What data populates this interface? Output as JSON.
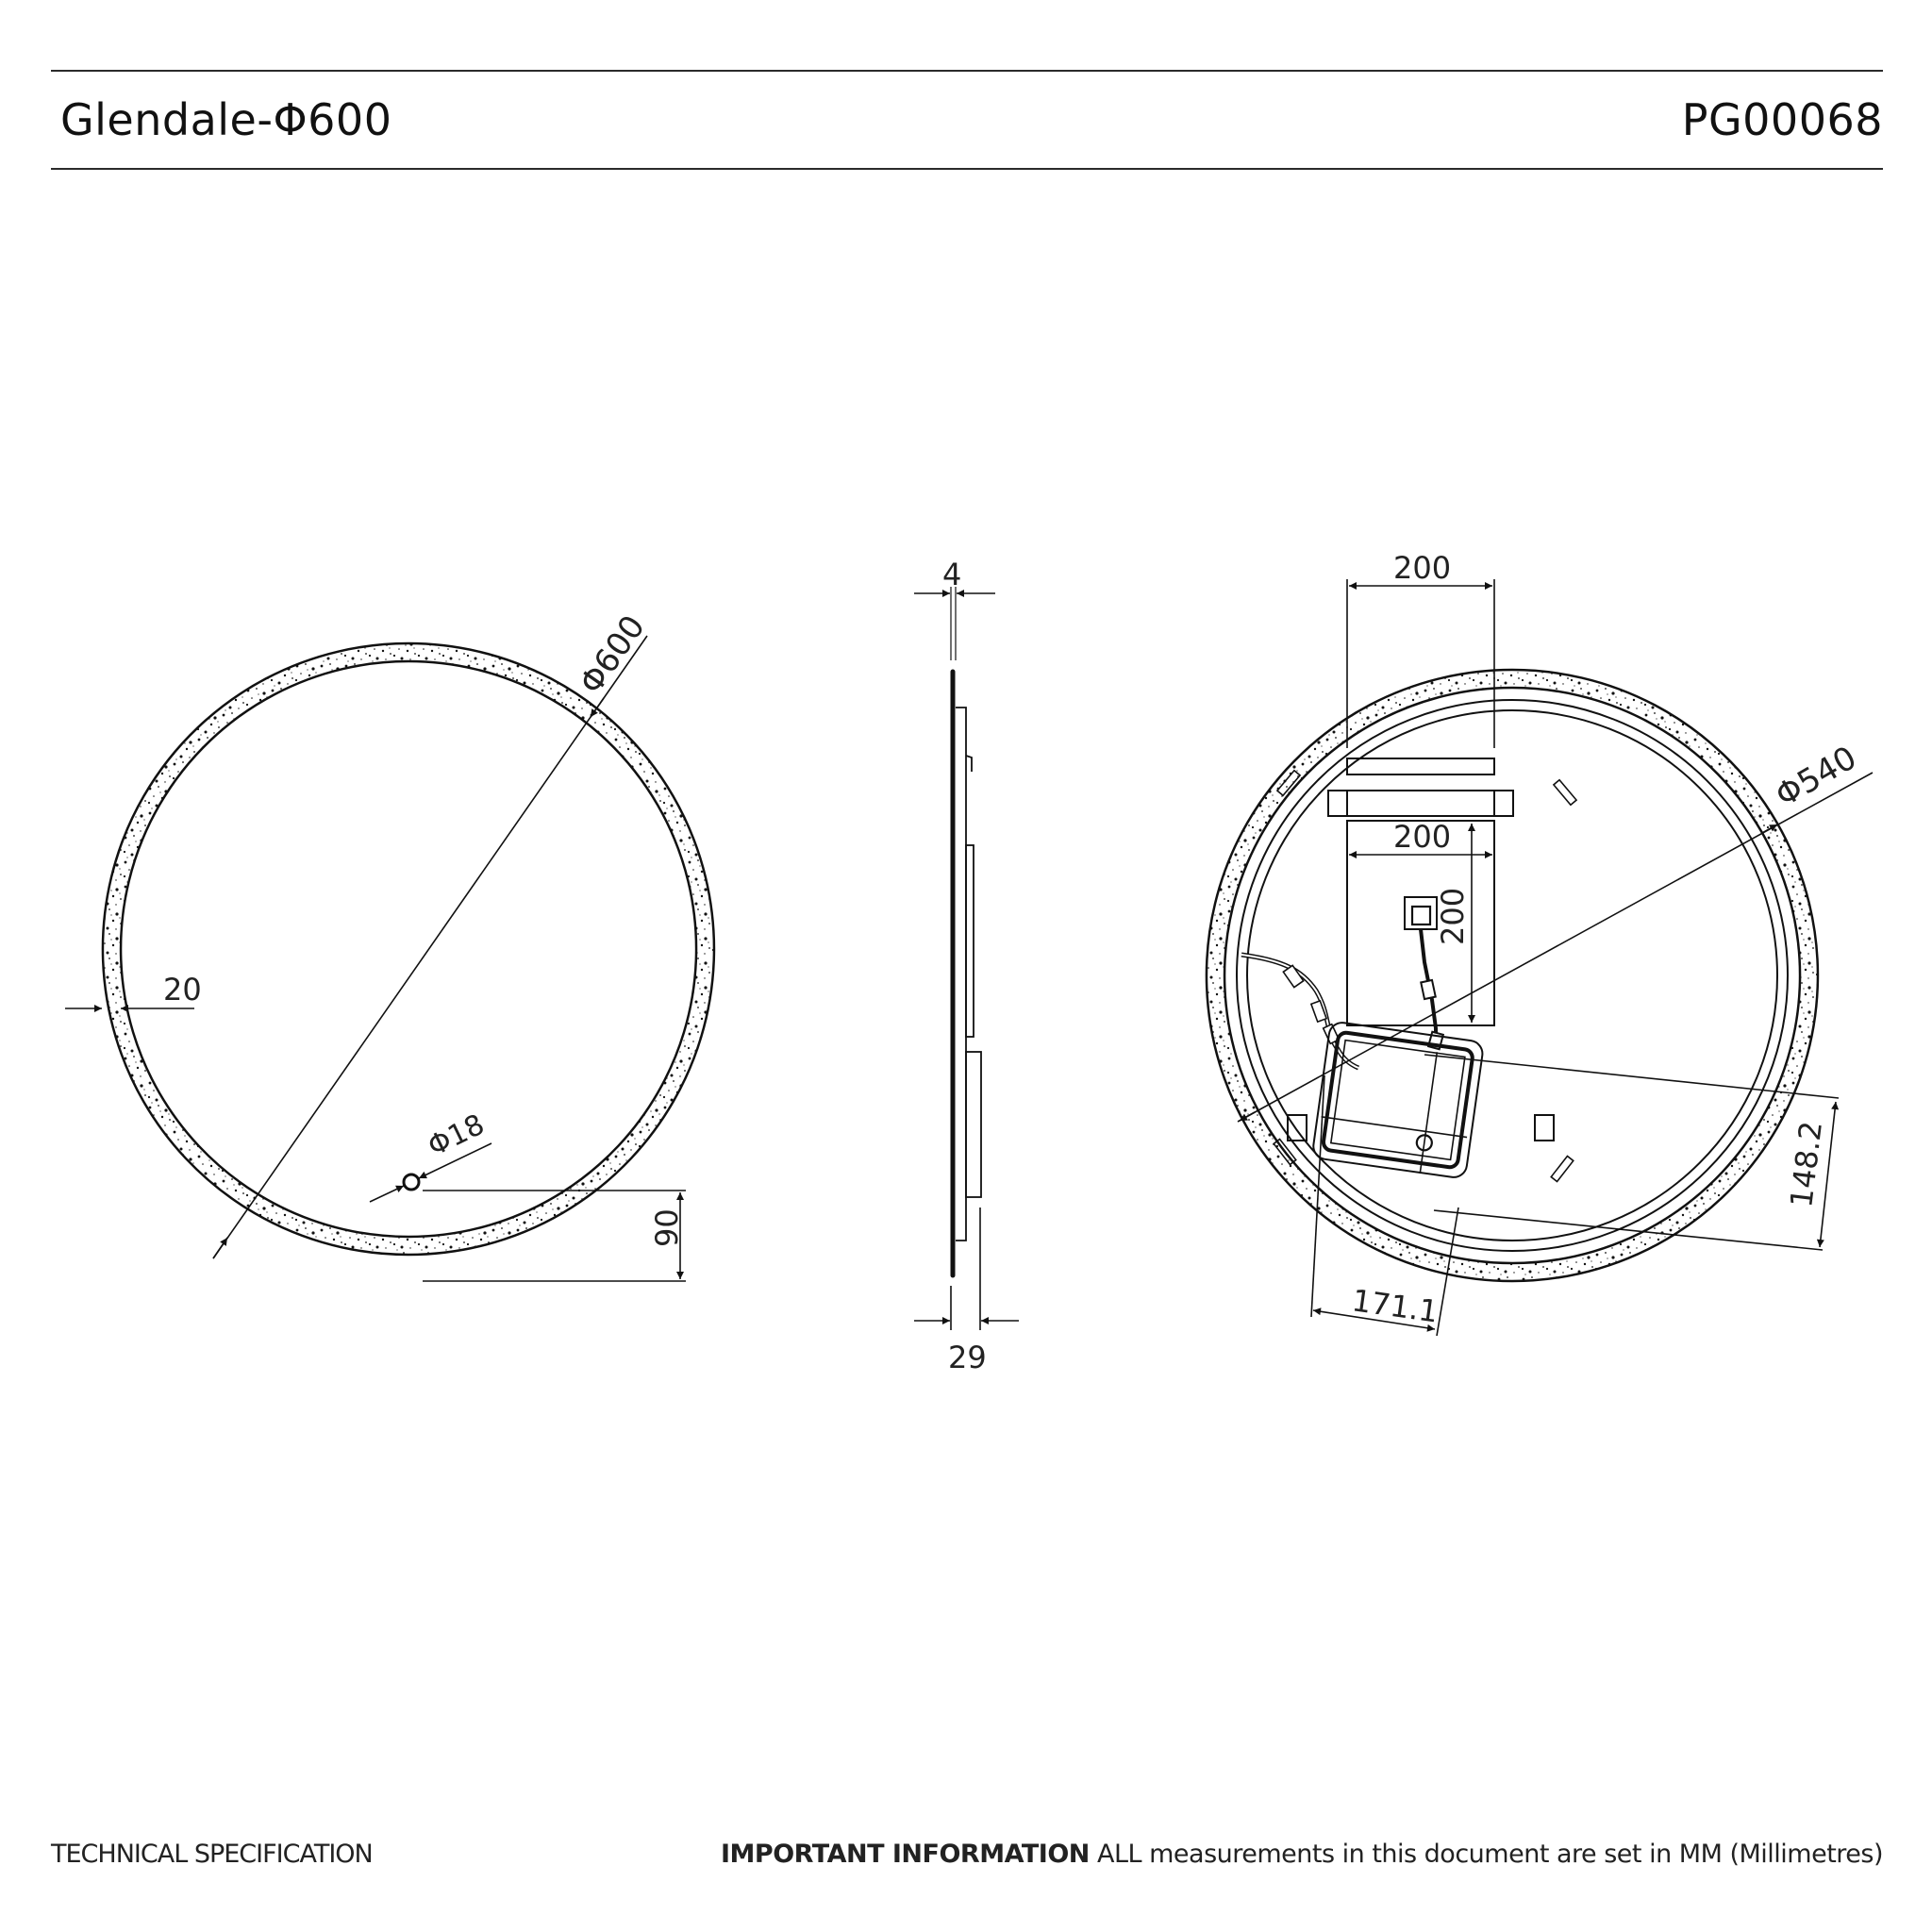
{
  "header": {
    "product_name": "Glendale-Φ600",
    "product_code": "PG00068"
  },
  "footer": {
    "section_label": "TECHNICAL SPECIFICATION",
    "notice_label": "IMPORTANT INFORMATION",
    "notice_text": " ALL measurements in this document are set in MM (Millimetres)"
  },
  "views": {
    "front": {
      "diameter": "Φ600",
      "frame_width": "20",
      "sensor_diameter": "Φ18",
      "sensor_offset": "90"
    },
    "side": {
      "glass_thickness": "4",
      "total_depth": "29"
    },
    "rear": {
      "bracket_width": "200",
      "plate_width": "200",
      "plate_height": "200",
      "led_diameter": "Φ540",
      "driver_box_width": "171.1",
      "driver_box_height": "148.2"
    }
  },
  "colors": {
    "line": "#111111",
    "rule": "#2b2b2b",
    "background": "#ffffff"
  }
}
